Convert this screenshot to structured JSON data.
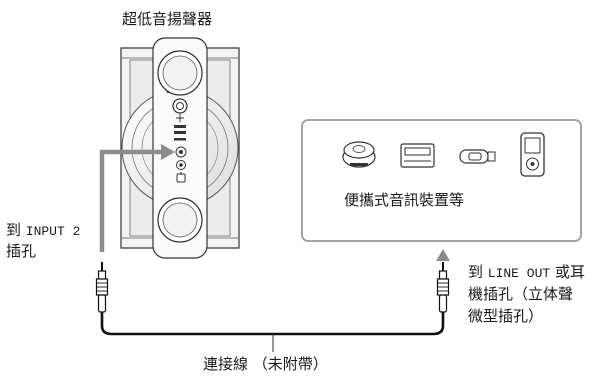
{
  "speaker": {
    "title": "超低音揚聲器",
    "input_label": {
      "prefix": "到 ",
      "port": "INPUT 2",
      "line2": "插孔"
    }
  },
  "devices": {
    "caption": "便攜式音訊裝置等",
    "icons": [
      "cd-player-icon",
      "md-player-icon",
      "usb-player-icon",
      "mp3-player-icon"
    ]
  },
  "output_label": {
    "prefix": "到 ",
    "port": "LINE OUT",
    "suffix": " 或耳",
    "line2": "機插孔（立体聲",
    "line3": "微型插孔）"
  },
  "cable": {
    "caption": "連接線 （未附帶）"
  },
  "colors": {
    "line": "#333333",
    "arrow": "#8c8c8c",
    "box_border": "#9a9a9a",
    "cable": "#111111"
  }
}
